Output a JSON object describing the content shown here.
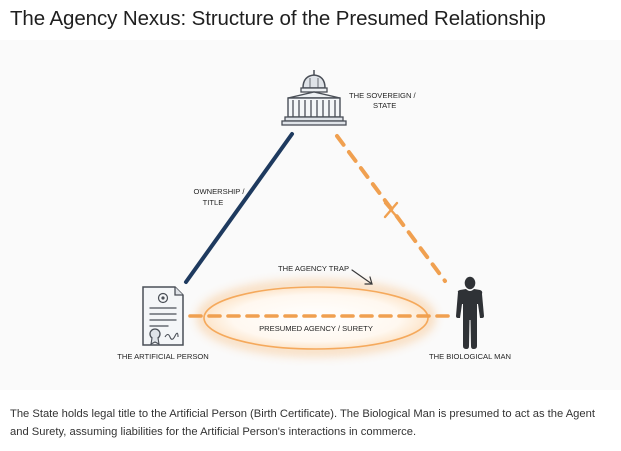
{
  "title": "The Agency Nexus: Structure of the Presumed Relationship",
  "nodes": {
    "sovereign": {
      "line1": "THE SOVEREIGN /",
      "line2": "STATE",
      "icon": "capitol-building-icon"
    },
    "artificial_person": {
      "label": "THE ARTIFICIAL PERSON",
      "icon": "certificate-document-icon"
    },
    "biological_man": {
      "label": "THE BIOLOGICAL MAN",
      "icon": "human-silhouette-icon"
    }
  },
  "edges": {
    "ownership": {
      "line1": "OWNERSHIP /",
      "line2": "TITLE",
      "style": "solid",
      "color": "#1e3a5f"
    },
    "sovereign_to_man": {
      "style": "dashed",
      "color": "#f0a050",
      "marker": "cross"
    },
    "agency": {
      "label": "PRESUMED AGENCY / SURETY",
      "style": "dashed",
      "color": "#f0a050"
    }
  },
  "annotation": {
    "label": "THE AGENCY TRAP"
  },
  "caption": "The State holds legal title to the Artificial Person (Birth Certificate). The Biological Man is presumed to act as the Agent and Surety, assuming liabilities for the Artificial Person's interactions in commerce.",
  "colors": {
    "navy": "#1e3a5f",
    "orange": "#f0a050",
    "glow": "#f7b36a",
    "icon_gray": "#4a4f57",
    "text": "#1f1f1f"
  }
}
